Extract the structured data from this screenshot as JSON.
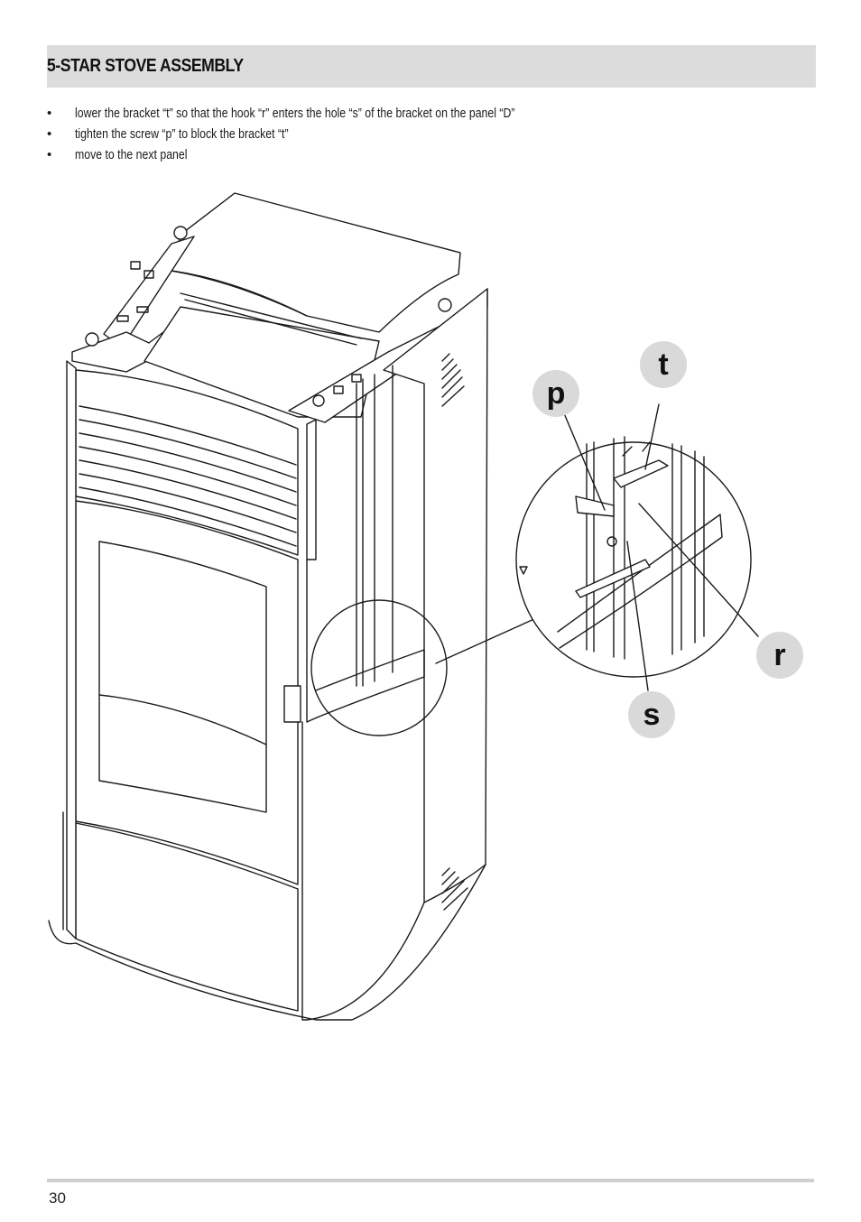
{
  "header": {
    "title": "5-STAR STOVE ASSEMBLY"
  },
  "steps": [
    {
      "bullet": "•",
      "text": "lower the bracket “t” so that the hook “r” enters the hole “s” of the bracket on the panel “D”"
    },
    {
      "bullet": "•",
      "text": "tighten the screw “p” to block the bracket “t”"
    },
    {
      "bullet": "•",
      "text": "move to the next panel"
    }
  ],
  "figure": {
    "callouts": {
      "p": "p",
      "t": "t",
      "r": "r",
      "s": "s"
    },
    "colors": {
      "callout_fill": "#d9d9d9",
      "line": "#1a1a1a"
    }
  },
  "footer": {
    "page_number": "30"
  }
}
